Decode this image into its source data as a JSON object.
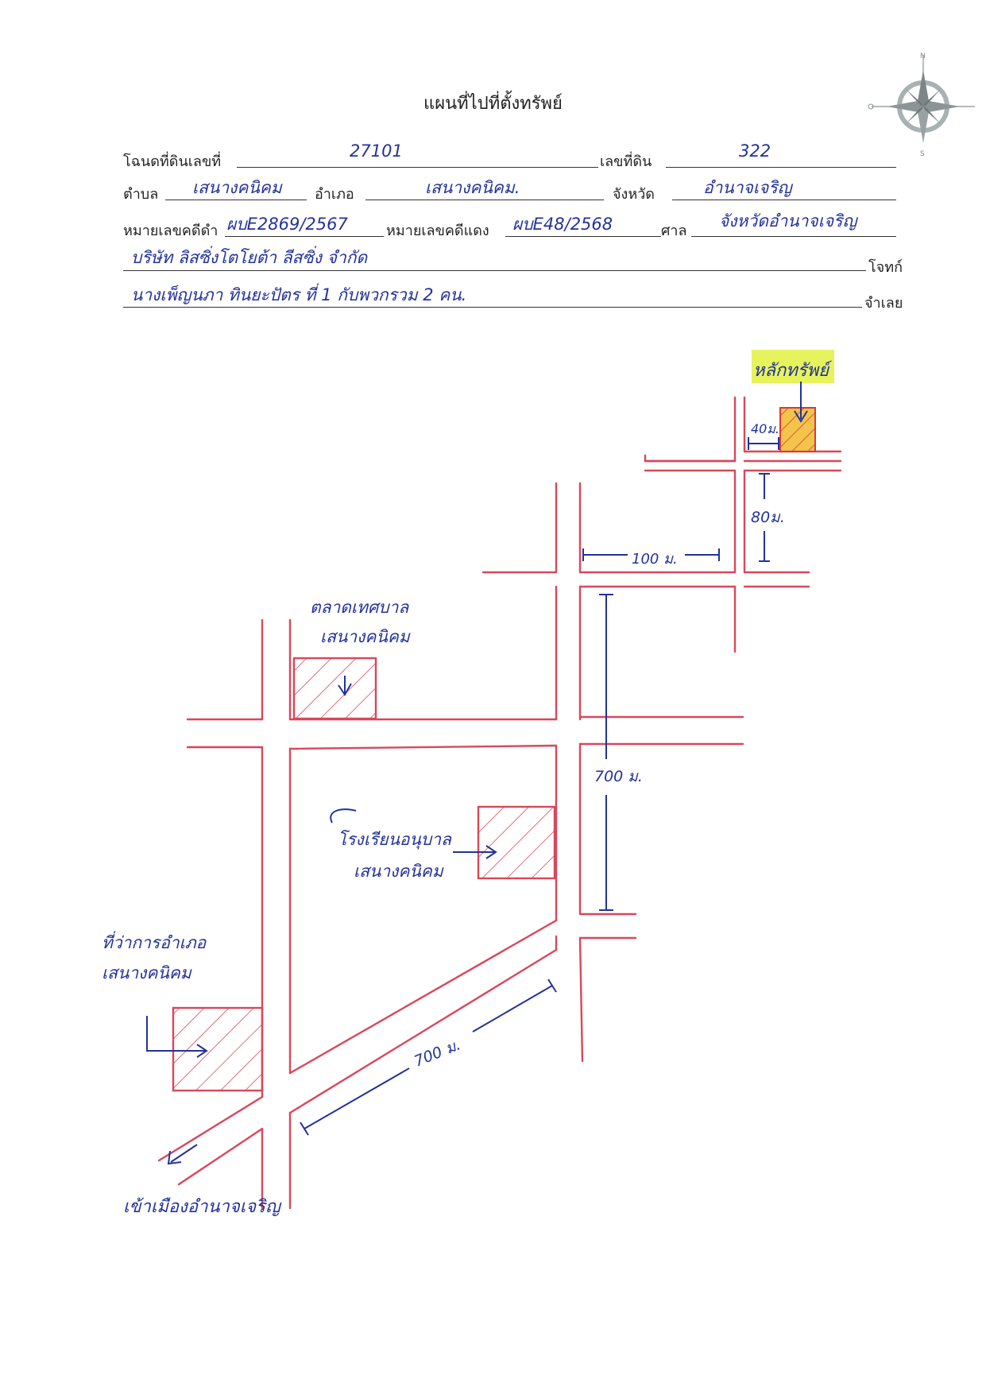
{
  "header": {
    "title": "แผนที่ไปที่ตั้งทรัพย์",
    "deed_no_label": "โฉนดที่ดินเลขที่",
    "deed_no_value": "27101",
    "land_no_label": "เลขที่ดิน",
    "land_no_value": "322",
    "subdistrict_label": "ตำบล",
    "subdistrict_value": "เสนางคนิคม",
    "district_label": "อำเภอ",
    "district_value": "เสนางคนิคม.",
    "province_label": "จังหวัด",
    "province_value": "อำนาจเจริญ",
    "black_case_label": "หมายเลขคดีดำ",
    "black_case_value": "ผบE2869/2567",
    "red_case_label": "หมายเลขคดีแดง",
    "red_case_value": "ผบE48/2568",
    "court_label": "ศาล",
    "court_value": "จังหวัดอำนาจเจริญ",
    "plaintiff_value": "บริษัท ลิสซิ่งโตโยต้า ลีสซิ่ง จำกัด",
    "plaintiff_label": "โจทก์",
    "defendant_value": "นางเพ็ญนภา ทินยะปัตร ที่ 1 กับพวกรวม 2 คน.",
    "defendant_label": "จำเลย"
  },
  "map": {
    "property_label": "หลักทรัพย์",
    "market_label_1": "ตลาดเทศบาล",
    "market_label_2": "เสนางคนิคม",
    "school_label_1": "โรงเรียนอนุบาล",
    "school_label_2": "เสนางคนิคม",
    "office_label_1": "ที่ว่าการอำเภอ",
    "office_label_2": "เสนางคนิคม",
    "to_city_label": "เข้าเมืองอำนาจเจริญ",
    "dist_40": "40ม.",
    "dist_80": "80ม.",
    "dist_100": "100 ม.",
    "dist_700a": "700 ม.",
    "dist_700b": "700 ม.",
    "compass_n": "N",
    "compass_s": "S",
    "road_color": "#d9475b",
    "ink_color": "#23329a",
    "highlight_color": "#e4f24a",
    "property_fill": "#f3c44a"
  }
}
